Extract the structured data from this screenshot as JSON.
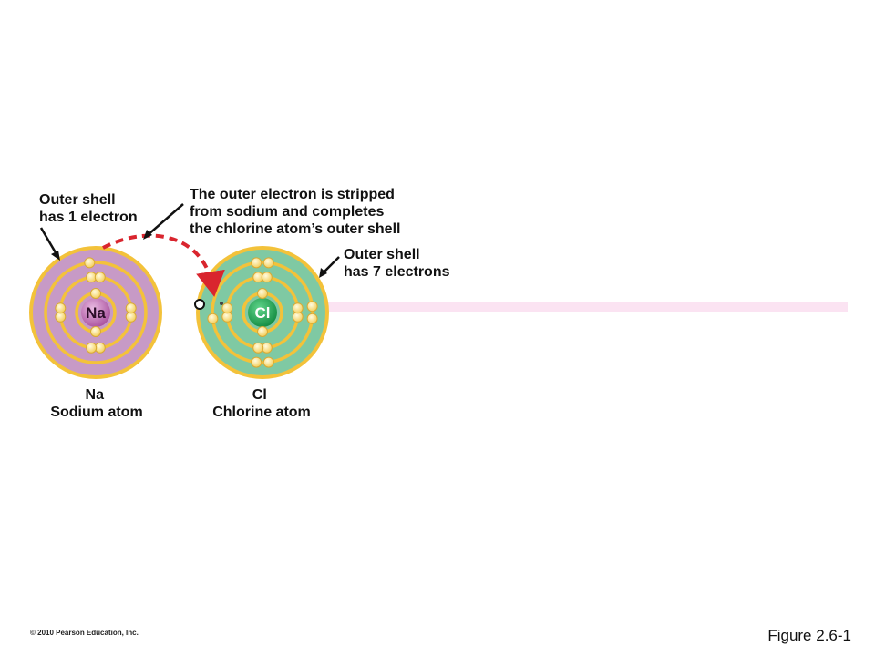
{
  "annotations": {
    "sodium_outer_shell": [
      "Outer shell",
      "has 1 electron"
    ],
    "transfer": [
      "The outer electron is stripped",
      "from sodium and completes",
      "the chlorine atom’s outer shell"
    ],
    "chlorine_outer_shell": [
      "Outer shell",
      "has 7 electrons"
    ]
  },
  "atoms": {
    "sodium": {
      "symbol": "Na",
      "name": "Sodium atom",
      "electron_shells": [
        2,
        8,
        1
      ]
    },
    "chlorine": {
      "symbol": "Cl",
      "name": "Chlorine atom",
      "electron_shells": [
        2,
        8,
        7
      ]
    }
  },
  "footer": {
    "copyright": "© 2010 Pearson Education, Inc.",
    "figure_label": "Figure 2.6-1"
  },
  "colors": {
    "sodium_fill": "#c79ac6",
    "sodium_nucleus": "#a84f9d",
    "chlorine_fill": "#7fc9a3",
    "chlorine_nucleus": "#17a552",
    "shell_ring": "#f3c23a",
    "electron": "#f8df7e",
    "transfer_arrow": "#d9252e",
    "highlight_band": "#fbe3f2"
  }
}
